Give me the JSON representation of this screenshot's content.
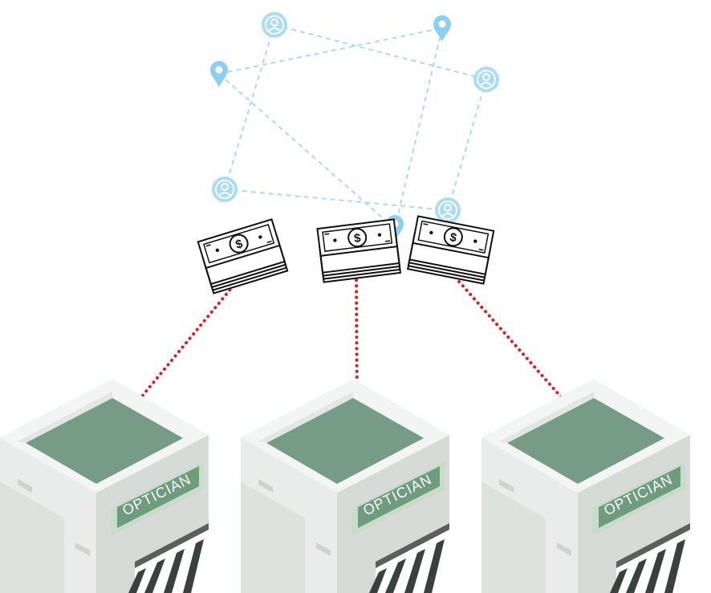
{
  "shops": [
    {
      "sign": "OPTICIAN"
    },
    {
      "sign": "OPTICIAN"
    },
    {
      "sign": "OPTICIAN"
    }
  ],
  "icons": {
    "person": "user-circle-icon",
    "pin": "map-pin-icon",
    "money": "cash-stack-icon"
  },
  "colors": {
    "network": "#a9daf2",
    "money_flow": "#e01b1b",
    "roof": "#779c85",
    "building": "#e8ebea"
  }
}
